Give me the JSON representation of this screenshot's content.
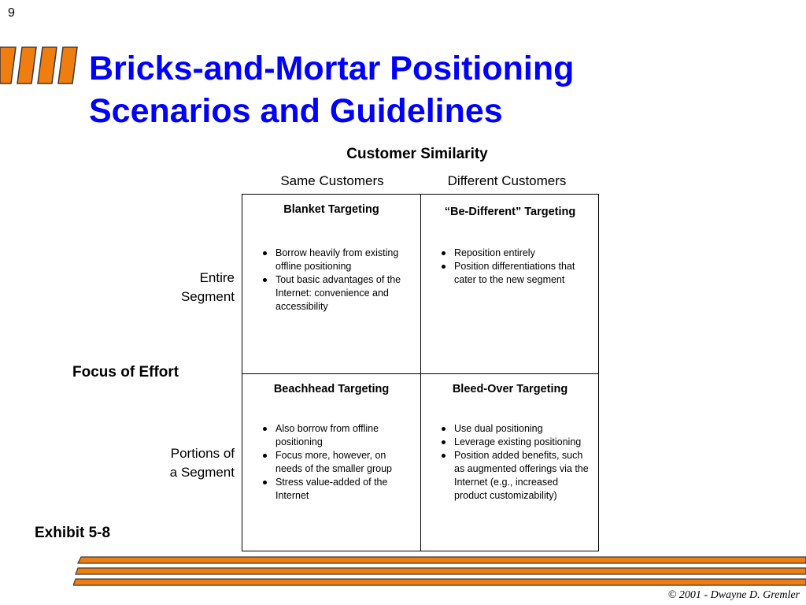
{
  "slide": {
    "number": "9",
    "title_line1": "Bricks-and-Mortar Positioning",
    "title_line2": "Scenarios and Guidelines"
  },
  "colors": {
    "title": "#0000ff",
    "accent_orange": "#f07d10",
    "stripe_shadow": "#3a3a3a"
  },
  "icons": {
    "logo": "orange-slanted-bars-logo",
    "footer": "orange-stripes-decoration",
    "bullet": "round-bullet"
  },
  "matrix": {
    "column_axis_label": "Customer Similarity",
    "columns": [
      "Same Customers",
      "Different Customers"
    ],
    "row_axis_label": "Focus of Effort",
    "rows": {
      "entire": {
        "line1": "Entire",
        "line2": "Segment"
      },
      "portions": {
        "line1": "Portions of",
        "line2": "a Segment"
      }
    },
    "cells": {
      "tl": {
        "title": "Blanket Targeting",
        "bullets": [
          "Borrow heavily from existing offline positioning",
          "Tout basic advantages of the Internet: convenience and accessibility"
        ]
      },
      "tr": {
        "title": "“Be-Different” Targeting",
        "bullets": [
          "Reposition entirely",
          "Position differentiations that cater to the new segment"
        ]
      },
      "bl": {
        "title": "Beachhead Targeting",
        "bullets": [
          "Also borrow from offline positioning",
          "Focus more, however, on needs of the smaller group",
          "Stress value-added of the Internet"
        ]
      },
      "br": {
        "title": "Bleed-Over Targeting",
        "bullets": [
          "Use dual positioning",
          "Leverage existing positioning",
          "Position added benefits, such as augmented offerings via the Internet (e.g., increased product customizability)"
        ]
      }
    }
  },
  "exhibit_label": "Exhibit 5-8",
  "footer": {
    "copyright": "©  2001  - Dwayne D. Gremler"
  }
}
